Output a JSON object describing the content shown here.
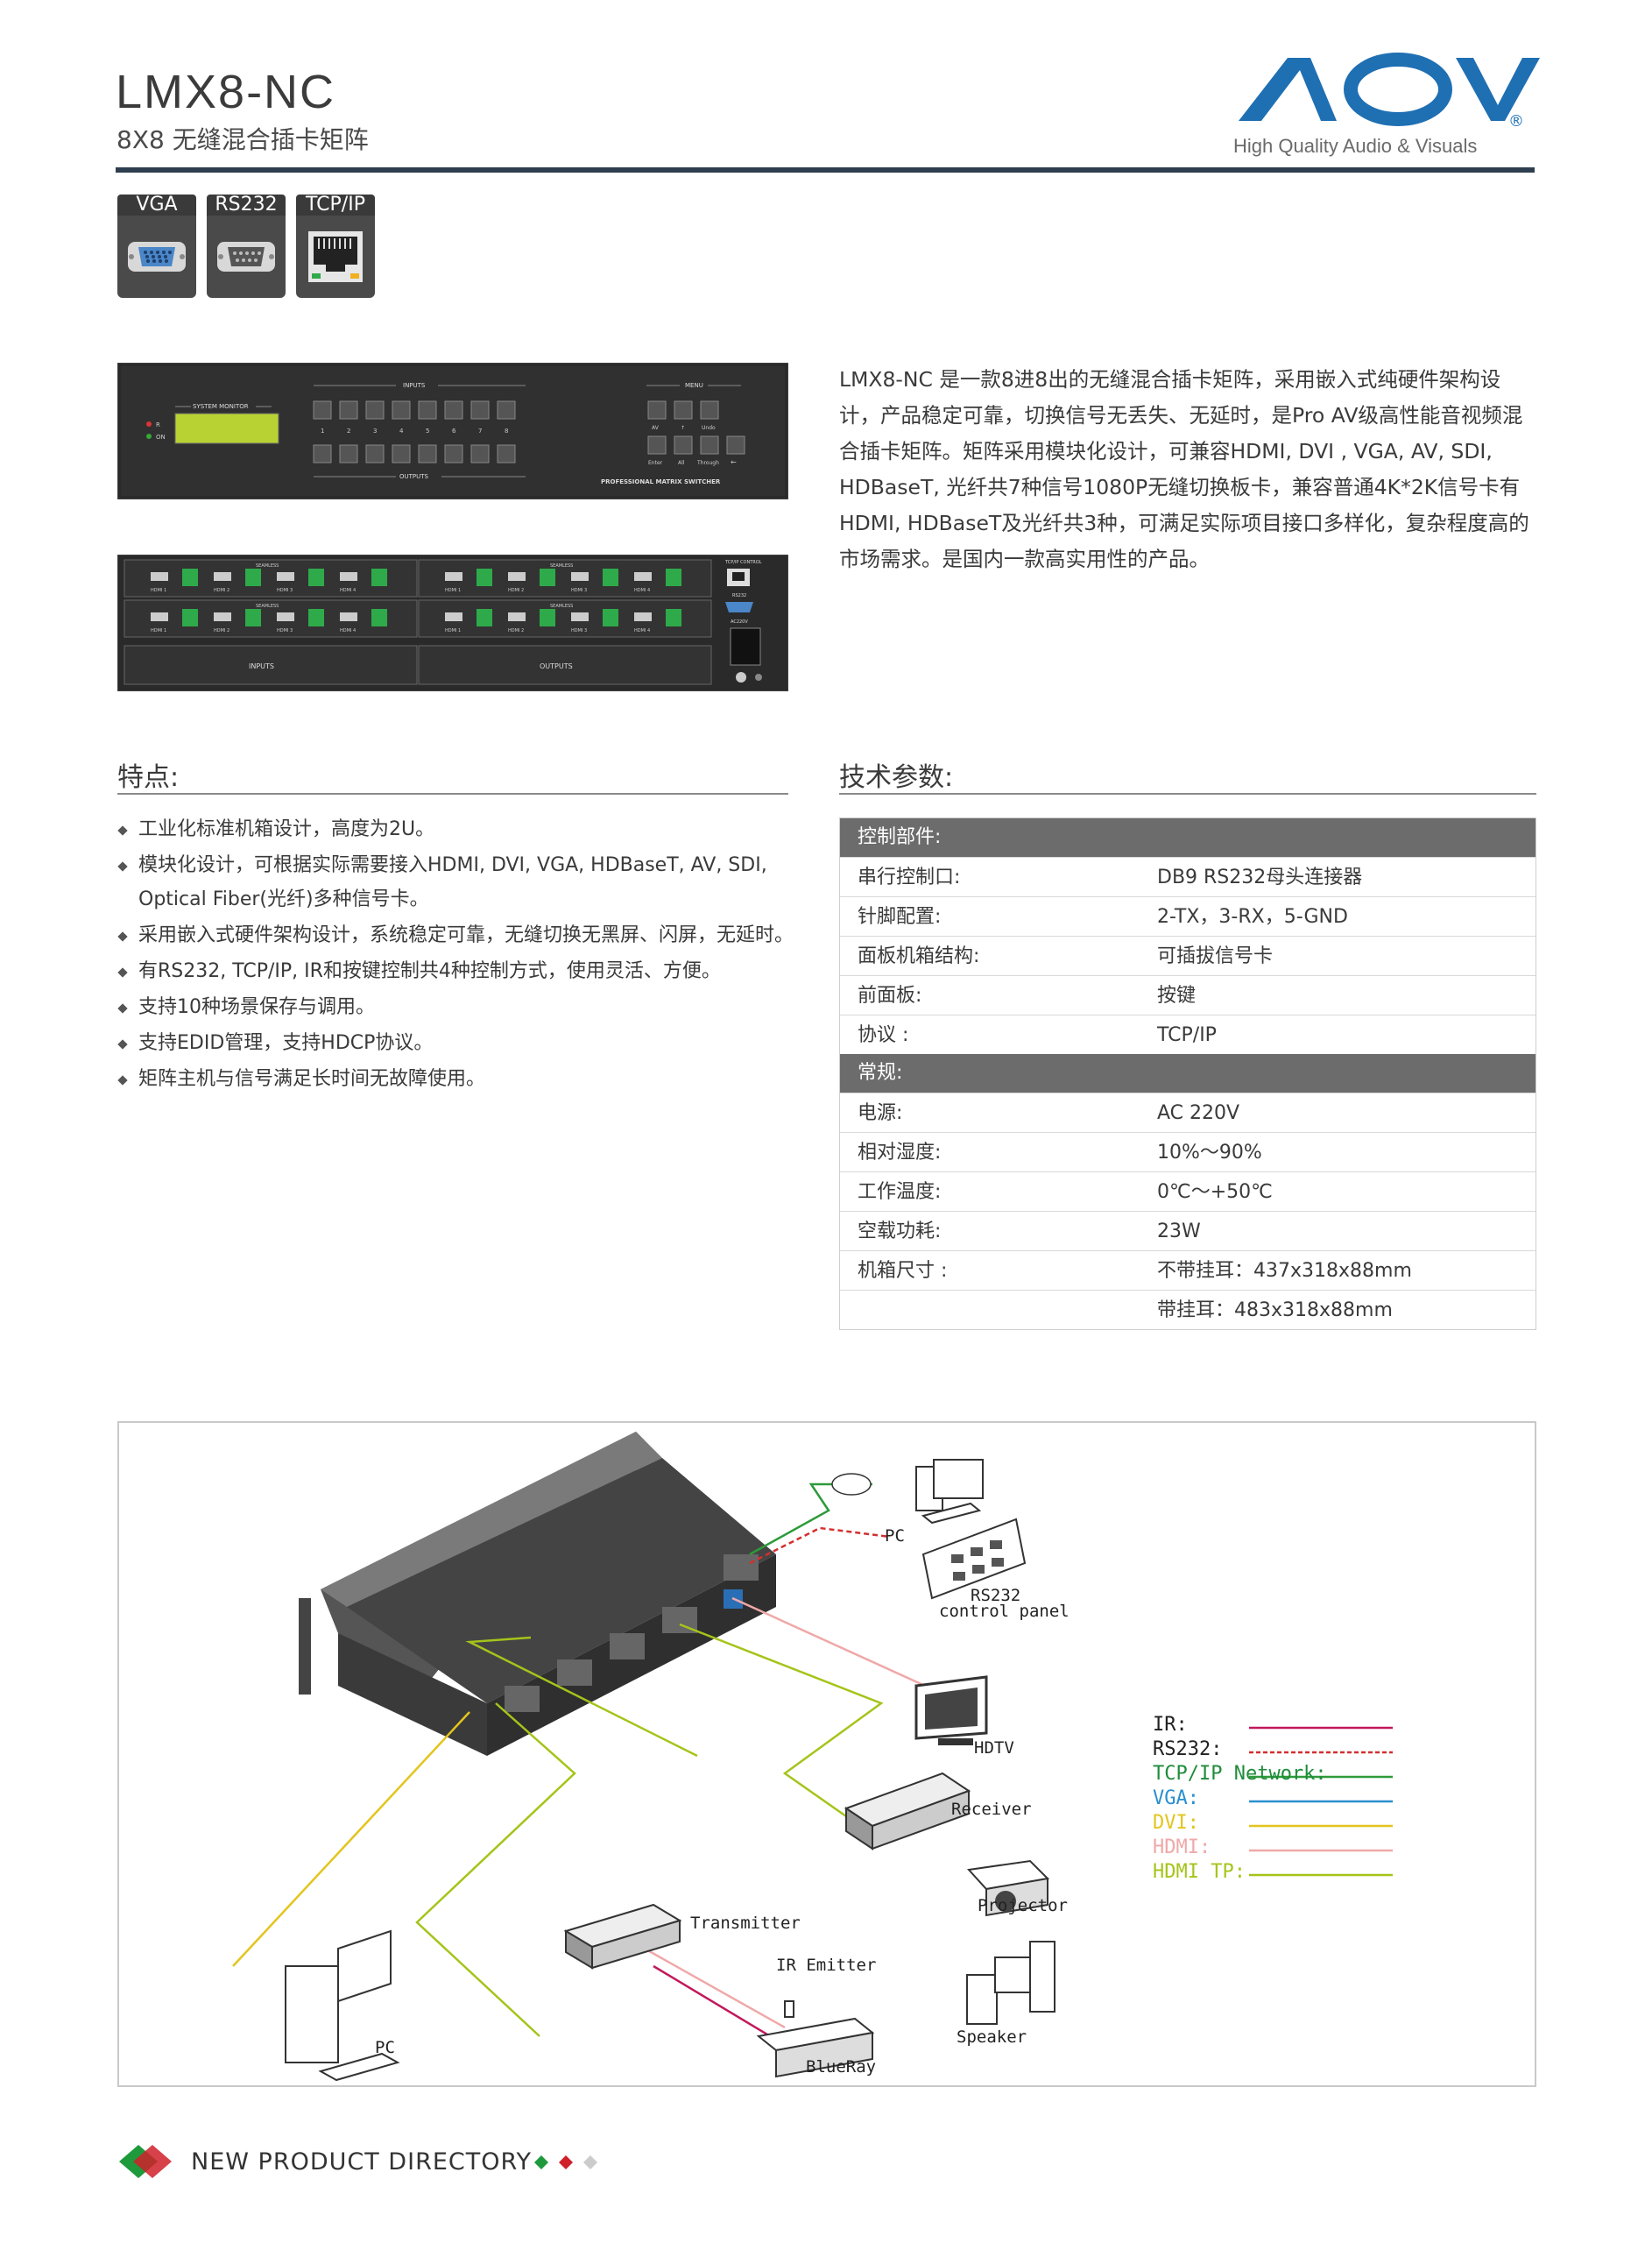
{
  "header": {
    "model": "LMX8-NC",
    "subtitle": "8X8 无缝混合插卡矩阵",
    "logo_text": "AOV",
    "logo_tagline": "High Quality Audio & Visuals",
    "logo_registered": "®"
  },
  "ports": [
    {
      "label": "VGA",
      "icon": "vga-port-icon"
    },
    {
      "label": "RS232",
      "icon": "rs232-port-icon"
    },
    {
      "label": "TCP/IP",
      "icon": "ethernet-port-icon"
    }
  ],
  "front_panel": {
    "system_monitor": "SYSTEM MONITOR",
    "inputs": "INPUTS",
    "outputs": "OUTPUTS",
    "menu": "MENU",
    "brand": "PROFESSIONAL MATRIX SWITCHER",
    "numbers": [
      "1",
      "2",
      "3",
      "4",
      "5",
      "6",
      "7",
      "8"
    ],
    "menu_top": [
      "AV",
      "↑",
      "Undo"
    ],
    "menu_bottom": [
      "Enter",
      "All",
      "Through",
      "←"
    ],
    "leds": [
      "R",
      "ON"
    ]
  },
  "rear_panel": {
    "inputs": "INPUTS",
    "outputs": "OUTPUTS",
    "card_title": "SEAMLESS",
    "hdmi_labels": [
      "HDMI 1",
      "HDMI 2",
      "HDMI 3",
      "HDMI 4"
    ],
    "network": "TCP/IP CONTROL",
    "rs232": "RS232",
    "ac": "AC220V"
  },
  "description": "LMX8-NC 是一款8进8出的无缝混合插卡矩阵，采用嵌入式纯硬件架构设计，产品稳定可靠，切换信号无丢失、无延时，是Pro AV级高性能音视频混合插卡矩阵。矩阵采用模块化设计，可兼容HDMI, DVI , VGA, AV, SDI, HDBaseT, 光纤共7种信号1080P无缝切换板卡，兼容普通4K*2K信号卡有HDMI, HDBaseT及光纤共3种，可满足实际项目接口多样化，复杂程度高的市场需求。是国内一款高实用性的产品。",
  "features": {
    "title": "特点:",
    "items": [
      "工业化标准机箱设计，高度为2U。",
      "模块化设计，可根据实际需要接入HDMI, DVI, VGA, HDBaseT, AV, SDI, Optical Fiber(光纤)多种信号卡。",
      "采用嵌入式硬件架构设计，系统稳定可靠，无缝切换无黑屏、闪屏，无延时。",
      "有RS232, TCP/IP, IR和按键控制共4种控制方式，使用灵活、方便。",
      "支持10种场景保存与调用。",
      "支持EDID管理，支持HDCP协议。",
      "矩阵主机与信号满足长时间无故障使用。"
    ]
  },
  "specs": {
    "title": "技术参数:",
    "groups": [
      {
        "heading": "控制部件:",
        "rows": [
          {
            "k": "串行控制口:",
            "v": "DB9 RS232母头连接器"
          },
          {
            "k": "针脚配置:",
            "v": "2-TX，3-RX，5-GND"
          },
          {
            "k": "面板机箱结构:",
            "v": "可插拔信号卡"
          },
          {
            "k": "前面板:",
            "v": "按键"
          },
          {
            "k": "协议 :",
            "v": "TCP/IP"
          }
        ]
      },
      {
        "heading": "常规:",
        "rows": [
          {
            "k": "电源:",
            "v": "AC 220V"
          },
          {
            "k": "相对湿度:",
            "v": "10%～90%"
          },
          {
            "k": "工作温度:",
            "v": "0℃～+50℃"
          },
          {
            "k": "空载功耗:",
            "v": "23W"
          },
          {
            "k": "机箱尺寸 :",
            "v": "不带挂耳：437x318x88mm"
          },
          {
            "k": "",
            "v": "带挂耳：483x318x88mm"
          }
        ]
      }
    ]
  },
  "diagram": {
    "labels": {
      "pc_top": "PC",
      "rs232_panel_1": "RS232",
      "rs232_panel_2": "control panel",
      "hdtv": "HDTV",
      "receiver": "Receiver",
      "projector": "Projector",
      "transmitter": "Transmitter",
      "ir_emitter": "IR Emitter",
      "speaker": "Speaker",
      "blueray": "BlueRay",
      "pc_bottom": "PC"
    },
    "legend": [
      {
        "label": "IR:",
        "color": "#c2185b",
        "dashed": false,
        "text_color": "#222222"
      },
      {
        "label": "RS232:",
        "color": "#d32f2f",
        "dashed": true,
        "text_color": "#222222"
      },
      {
        "label": "TCP/IP Network:",
        "color": "#2e9a3a",
        "dashed": false,
        "text_color": "#1f8c3a"
      },
      {
        "label": "VGA:",
        "color": "#2a8fcf",
        "dashed": false,
        "text_color": "#2a8fcf"
      },
      {
        "label": "DVI:",
        "color": "#e3c51e",
        "dashed": false,
        "text_color": "#e3c51e"
      },
      {
        "label": "HDMI:",
        "color": "#f0a8a8",
        "dashed": false,
        "text_color": "#f0a8a8"
      },
      {
        "label": "HDMI TP:",
        "color": "#a5c41a",
        "dashed": false,
        "text_color": "#a5c41a"
      }
    ]
  },
  "footer": {
    "text": "NEW PRODUCT DIRECTORY",
    "brand_colors": [
      "#1e9a3c",
      "#d0202a",
      "#cccccc"
    ]
  }
}
